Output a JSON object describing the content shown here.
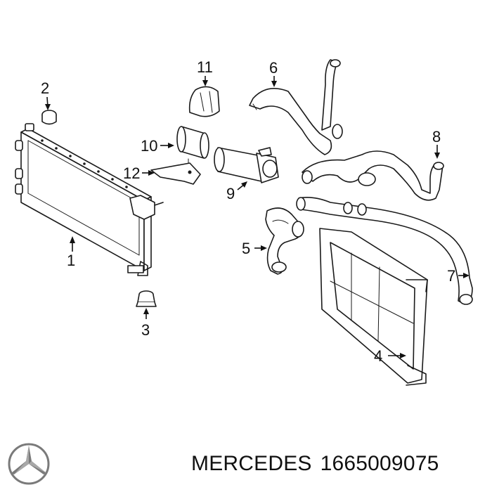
{
  "callouts": [
    {
      "id": "1",
      "label": "1"
    },
    {
      "id": "2",
      "label": "2"
    },
    {
      "id": "3",
      "label": "3"
    },
    {
      "id": "4",
      "label": "4"
    },
    {
      "id": "5",
      "label": "5"
    },
    {
      "id": "6",
      "label": "6"
    },
    {
      "id": "7",
      "label": "7"
    },
    {
      "id": "8",
      "label": "8"
    },
    {
      "id": "9",
      "label": "9"
    },
    {
      "id": "10",
      "label": "10"
    },
    {
      "id": "11",
      "label": "11"
    },
    {
      "id": "12",
      "label": "12"
    }
  ],
  "caption": {
    "brand": "MERCEDES",
    "part_number": "1665009075"
  },
  "logo": {
    "name": "mercedes-star-logo"
  }
}
